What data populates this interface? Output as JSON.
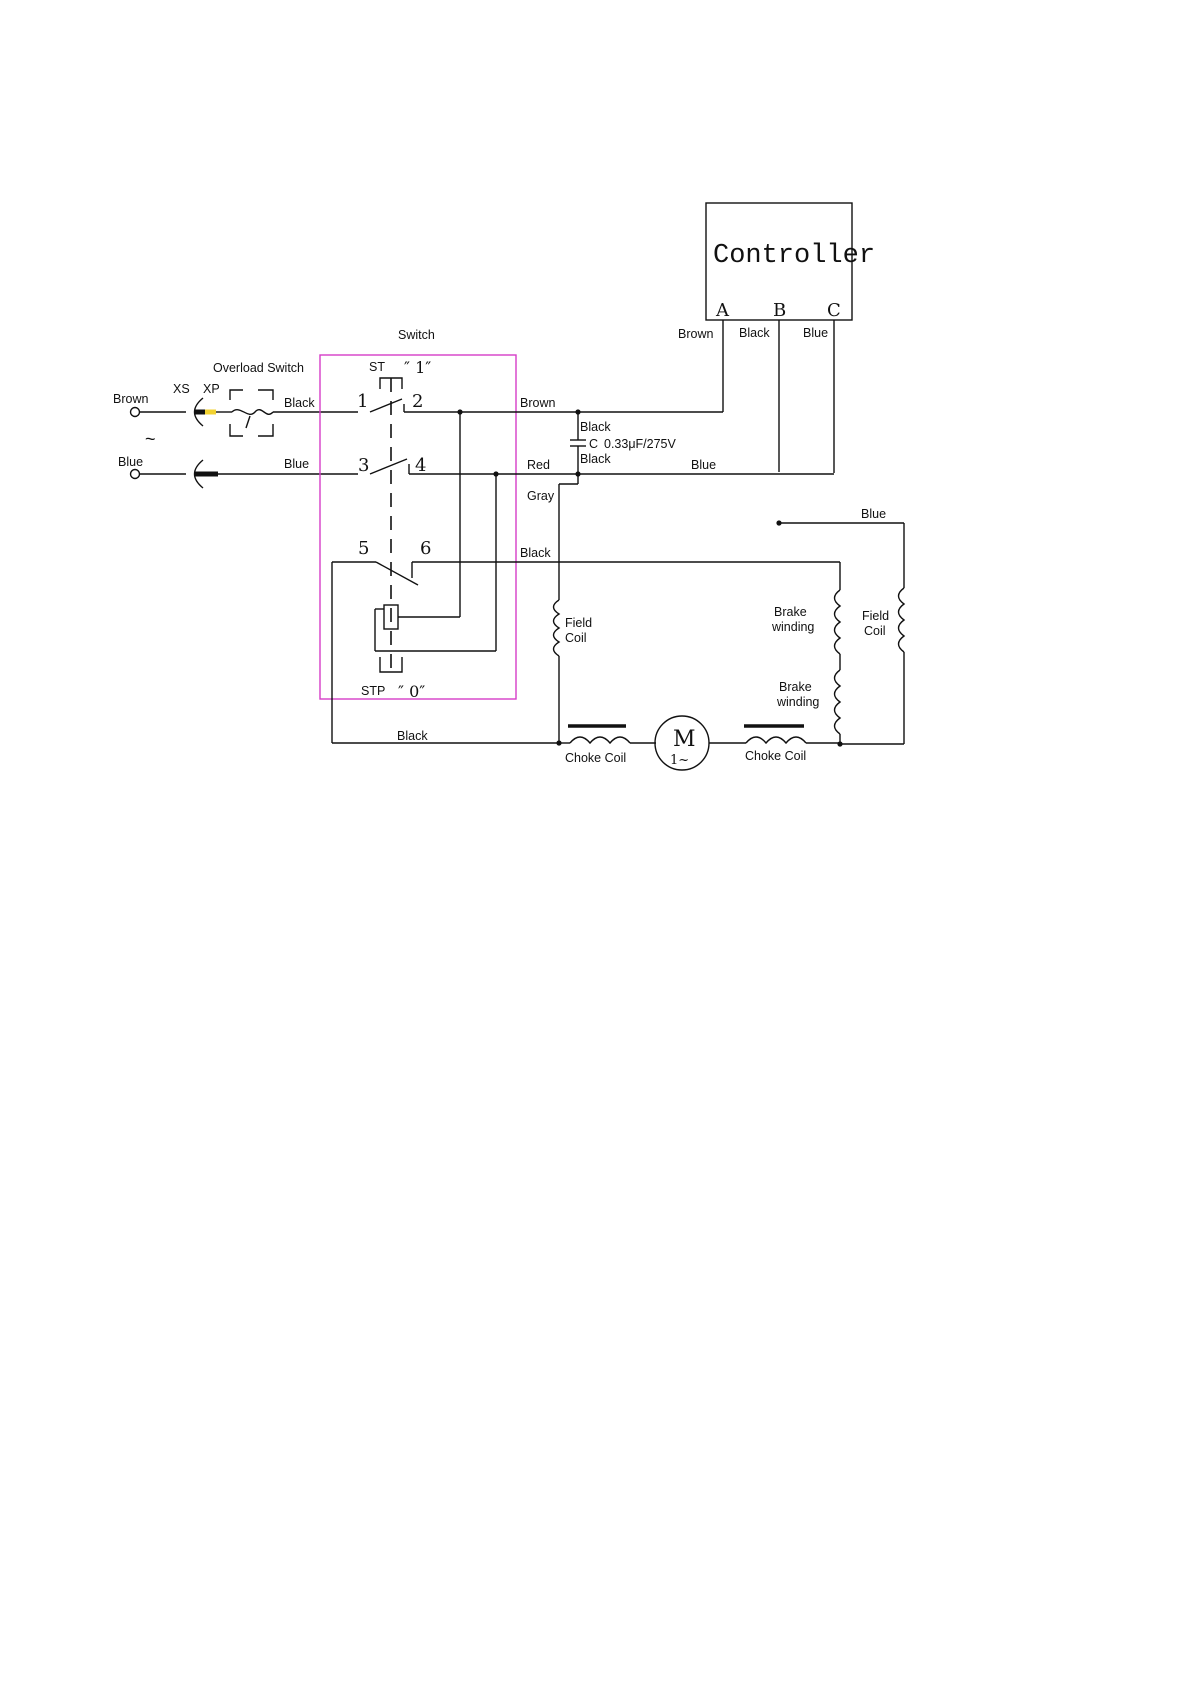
{
  "controller": {
    "title": "Controller",
    "pins": [
      "A",
      "B",
      "C"
    ],
    "wire_colors": [
      "Brown",
      "Black",
      "Blue"
    ]
  },
  "switch": {
    "title": "Switch",
    "start_label": "ST",
    "start_position": "″ 1″",
    "stop_label": "STP",
    "stop_position": "″  0″",
    "terminals": [
      "1",
      "2",
      "3",
      "4",
      "5",
      "6"
    ]
  },
  "overload": {
    "title": "Overload Switch"
  },
  "plug": {
    "xs": "XS",
    "xp": "XP",
    "ac_symbol": "~"
  },
  "capacitor": {
    "designator": "C",
    "rating": "0.33μF/275V"
  },
  "motor": {
    "symbol": "M",
    "phase": "1~"
  },
  "wire_labels": {
    "brown_in": "Brown",
    "blue_in": "Blue",
    "black_overload": "Black",
    "blue_mid": "Blue",
    "brown_out": "Brown",
    "cap_black_top": "Black",
    "cap_black_bottom": "Black",
    "red": "Red",
    "blue_right": "Blue",
    "gray": "Gray",
    "black_mid": "Black",
    "blue_far": "Blue",
    "black_bottom": "Black"
  },
  "components": {
    "field_coil_left": "Field\nCoil",
    "field_coil_right": "Field\nCoil",
    "brake_top": "Brake\nwinding",
    "brake_bottom": "Brake\nwinding",
    "choke_left": "Choke Coil",
    "choke_right": "Choke Coil"
  },
  "colors": {
    "switch_box": "#d63dc8",
    "plug_insert": "#f2d230",
    "wire": "#111111"
  }
}
